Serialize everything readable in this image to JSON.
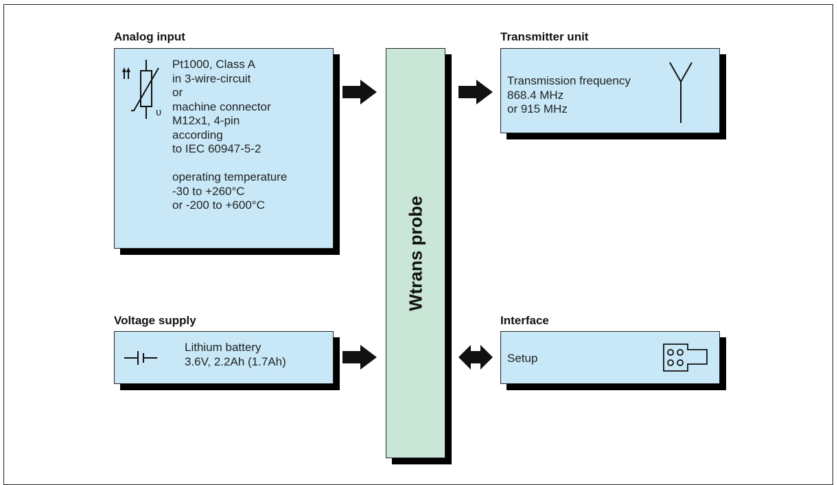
{
  "analog_input": {
    "heading": "Analog input",
    "lines": [
      "Pt1000, Class A",
      "in 3-wire-circuit",
      "or",
      "machine connector",
      "M12x1, 4-pin",
      "according",
      "to IEC 60947-5-2",
      "",
      "operating temperature",
      "-30 to +260°C",
      "or -200 to +600°C"
    ],
    "sensor_symbol_label": "υ",
    "icon": "thermistor-icon"
  },
  "voltage_supply": {
    "heading": "Voltage supply",
    "lines": [
      "Lithium battery",
      "3.6V, 2.2Ah (1.7Ah)"
    ],
    "icon": "battery-icon"
  },
  "center": {
    "label": "Wtrans probe"
  },
  "transmitter_unit": {
    "heading": "Transmitter unit",
    "lines": [
      "Transmission frequency",
      "868.4 MHz",
      "or 915 MHz"
    ],
    "icon": "antenna-icon"
  },
  "interface": {
    "heading": "Interface",
    "label": "Setup",
    "icon": "connector-icon"
  },
  "colors": {
    "box_fill": "#c8e8f8",
    "bar_fill": "#c9e6d6",
    "shadow": "#000000"
  }
}
